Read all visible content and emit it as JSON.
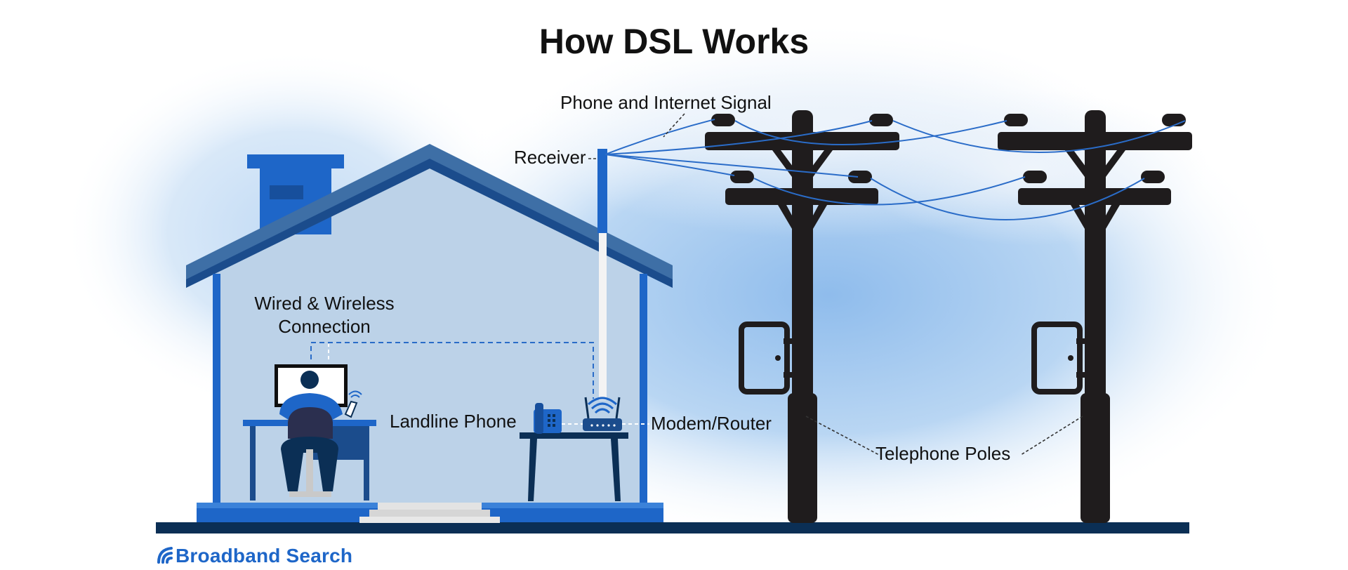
{
  "title": "How DSL Works",
  "labels": {
    "signal": "Phone and Internet Signal",
    "receiver": "Receiver",
    "connection": "Wired & Wireless Connection",
    "landline": "Landline Phone",
    "modem": "Modem/Router",
    "poles": "Telephone Poles"
  },
  "brand": {
    "name": "Broadband Search",
    "icon": "signal-arcs-icon"
  },
  "colors": {
    "primary_blue": "#1e66c8",
    "dark_navy": "#0b2f55",
    "roof_slate": "#3e6fa6",
    "house_interior": "#bcd2e8",
    "sky_blue": "#9fc6ef",
    "pole_black": "#1f1c1d",
    "wire_blue": "#2a6cc8"
  }
}
